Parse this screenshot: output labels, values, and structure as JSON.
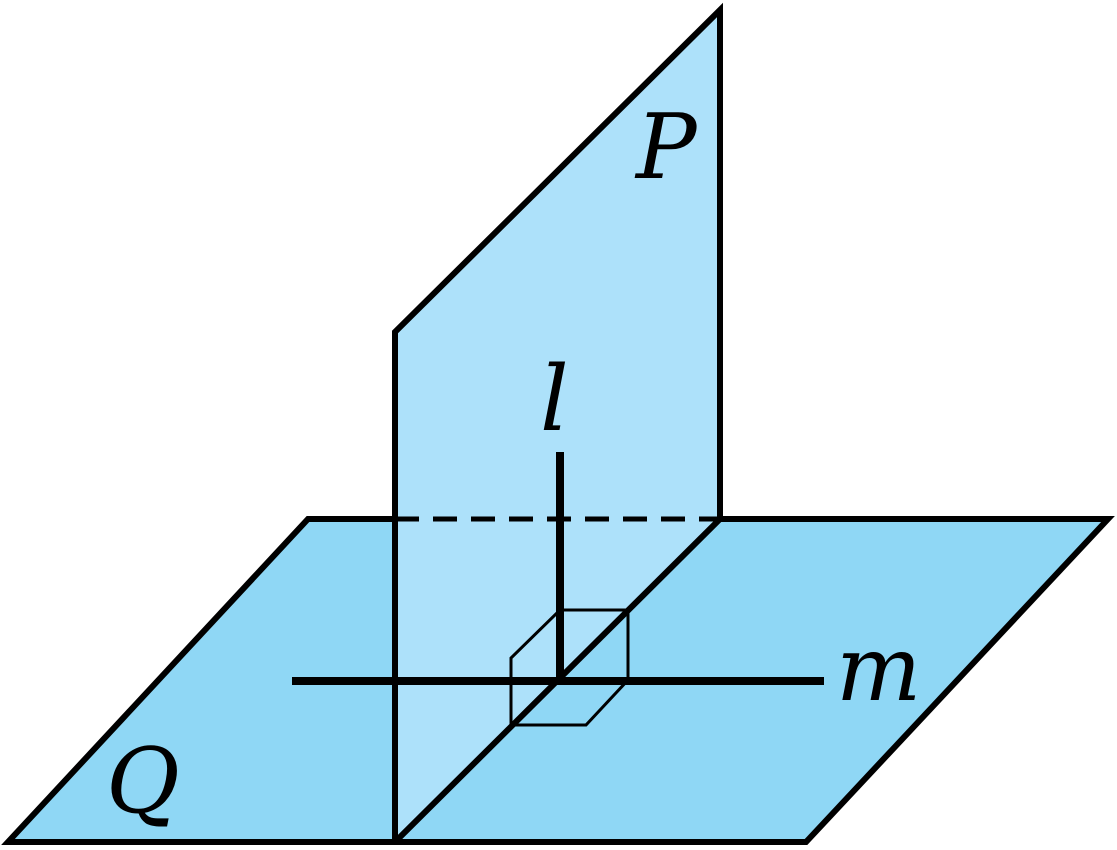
{
  "diagram": {
    "labels": {
      "plane_p": "P",
      "plane_q": "Q",
      "line_l": "l",
      "line_m": "m"
    },
    "colors": {
      "plane_q_fill": "#8fd7f5",
      "plane_p_fill": "#ade1fa",
      "stroke": "#000000"
    }
  }
}
